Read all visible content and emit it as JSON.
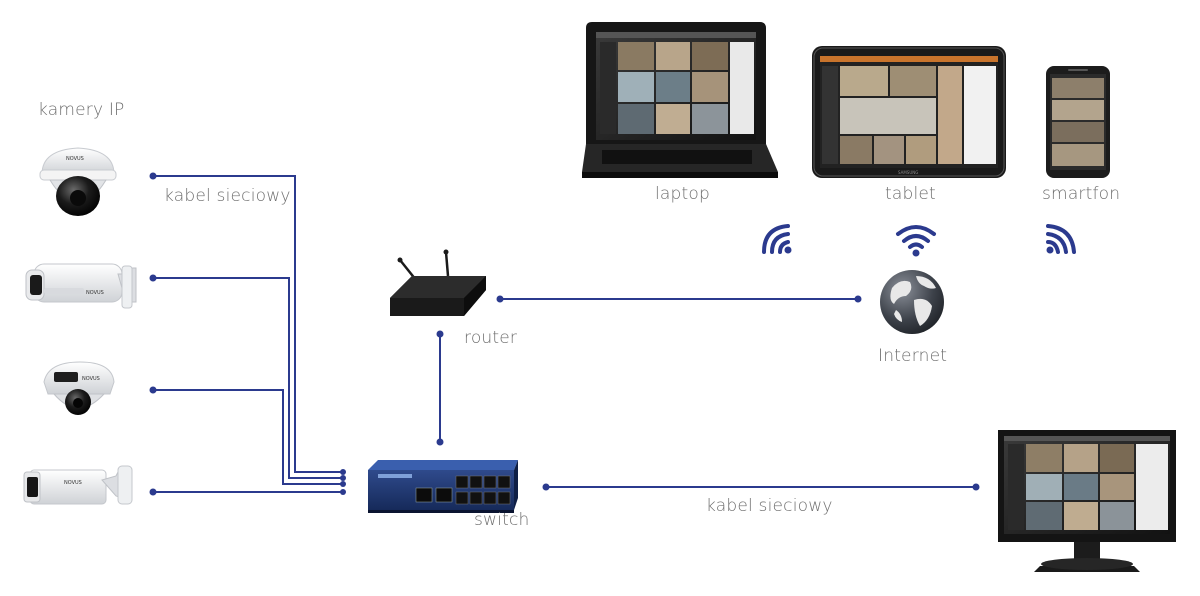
{
  "labels": {
    "cameras_title": "kamery IP",
    "cable_top": "kabel sieciowy",
    "cable_bottom": "kabel sieciowy",
    "laptop": "laptop",
    "tablet": "tablet",
    "smartphone": "smartfon",
    "router": "router",
    "internet": "Internet",
    "switch": "switch"
  },
  "colors": {
    "line": "#2b3a8e",
    "label": "#6e6e6e",
    "wifi": "#2b3a8e"
  },
  "icons": [
    "dome-camera-icon",
    "bullet-camera-icon",
    "mini-dome-camera-icon",
    "box-camera-icon",
    "laptop-icon",
    "tablet-icon",
    "smartphone-icon",
    "wifi-icon",
    "router-icon",
    "globe-icon",
    "network-switch-icon",
    "monitor-icon"
  ]
}
